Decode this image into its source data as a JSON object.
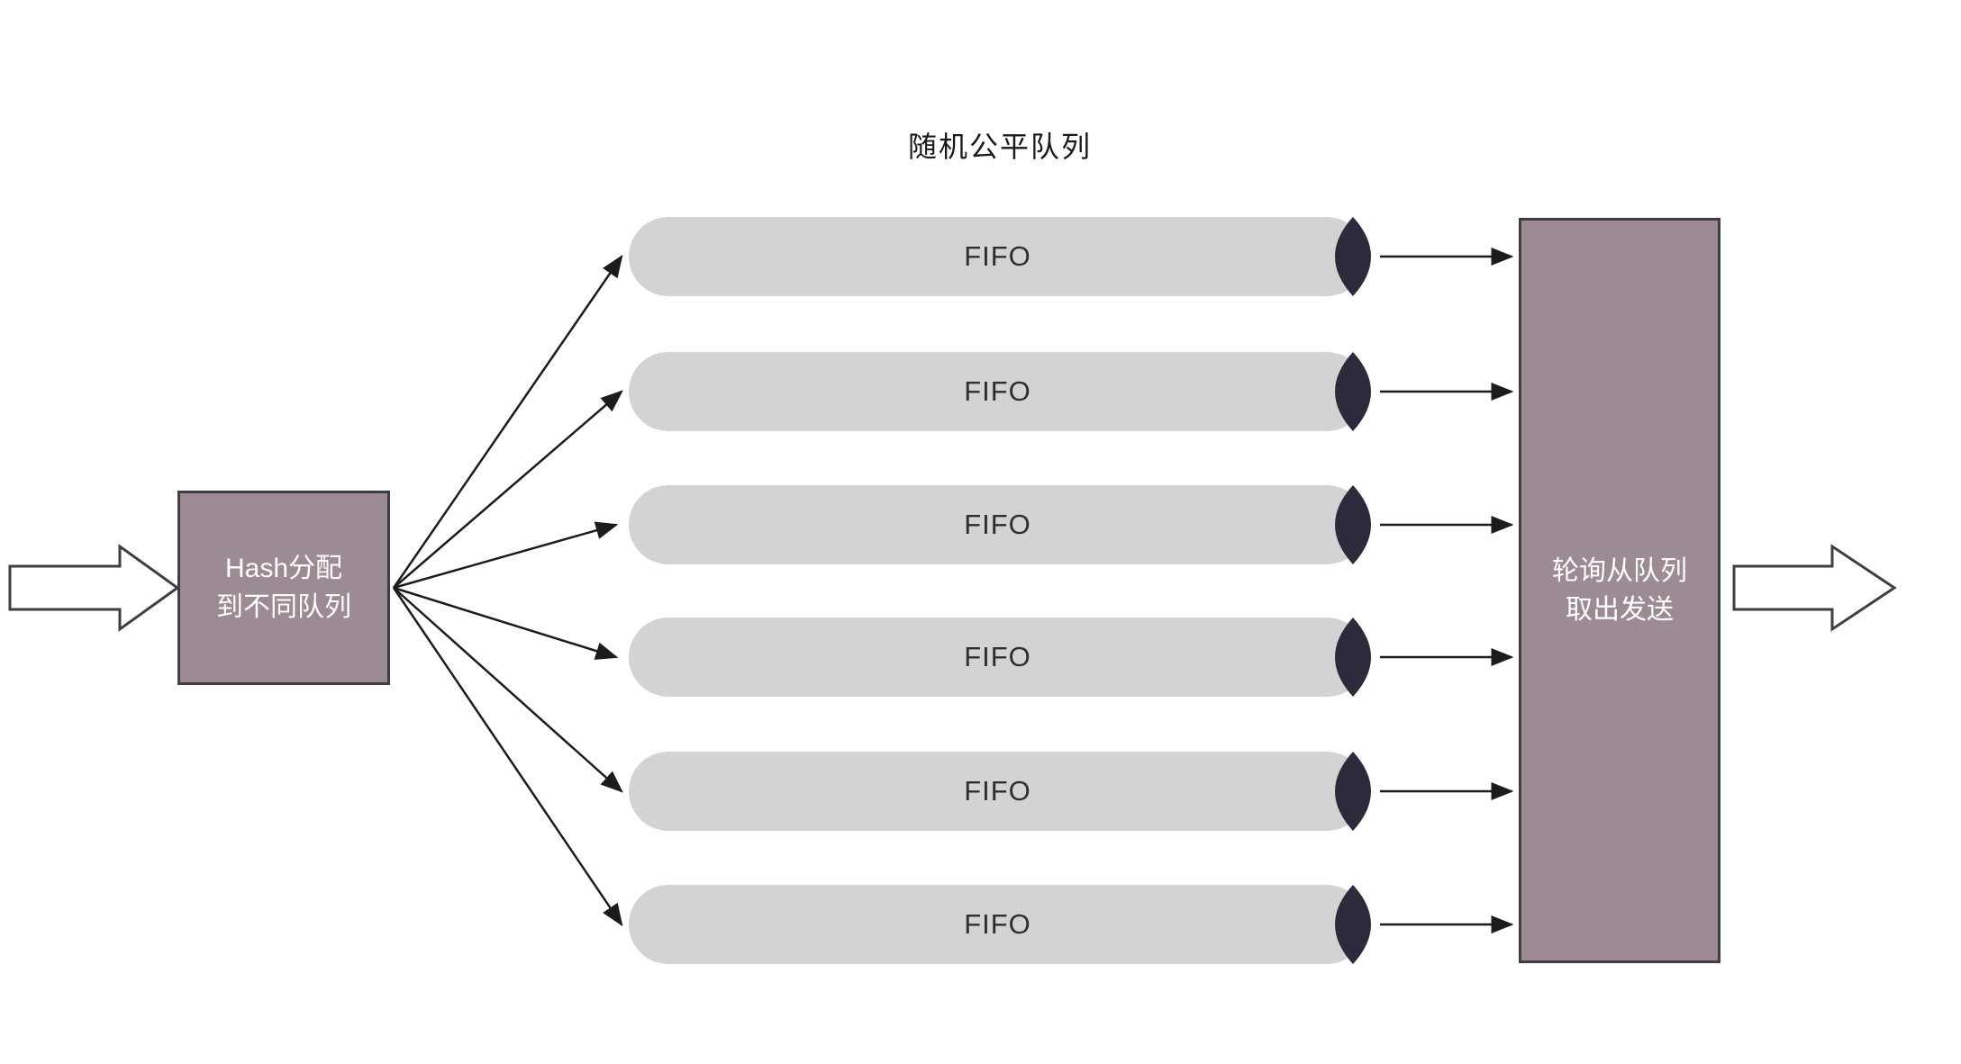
{
  "title": "随机公平队列",
  "hash_box": {
    "label": "Hash分配\n到不同队列"
  },
  "scheduler_box": {
    "label": "轮询从队列\n取出发送"
  },
  "queues": [
    {
      "label": "FIFO"
    },
    {
      "label": "FIFO"
    },
    {
      "label": "FIFO"
    },
    {
      "label": "FIFO"
    },
    {
      "label": "FIFO"
    },
    {
      "label": "FIFO"
    }
  ],
  "colors": {
    "box_fill": "#9c8b95",
    "box_border": "#3f3f3f",
    "cylinder_fill": "#d3d3d3",
    "cap_fill": "#2b2b3c",
    "arrow_color": "#1c1c1c",
    "hollow_arrow_fill": "#ffffff",
    "text_on_box": "#ffffff",
    "title_color": "#1a1a1a"
  }
}
